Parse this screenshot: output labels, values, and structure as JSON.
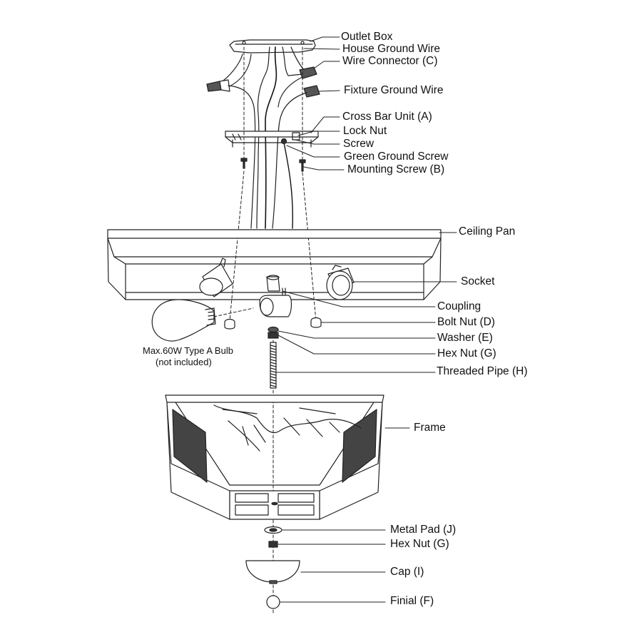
{
  "labels": {
    "outlet_box": "Outlet Box",
    "house_ground_wire": "House Ground Wire",
    "wire_connector": "Wire Connector (C)",
    "fixture_ground_wire": "Fixture Ground Wire",
    "cross_bar_unit": "Cross Bar Unit (A)",
    "lock_nut": "Lock Nut",
    "screw": "Screw",
    "green_ground_screw": "Green Ground Screw",
    "mounting_screw": "Mounting Screw (B)",
    "ceiling_pan": "Ceiling Pan",
    "socket": "Socket",
    "coupling": "Coupling",
    "bolt_nut": "Bolt Nut (D)",
    "washer": "Washer (E)",
    "hex_nut_upper": "Hex Nut (G)",
    "threaded_pipe": "Threaded Pipe (H)",
    "frame": "Frame",
    "metal_pad": "Metal Pad (J)",
    "hex_nut_lower": "Hex Nut (G)",
    "cap": "Cap (I)",
    "finial": "Finial (F)"
  },
  "bulb_note": {
    "line1": "Max.60W Type A Bulb",
    "line2": "(not included)"
  }
}
